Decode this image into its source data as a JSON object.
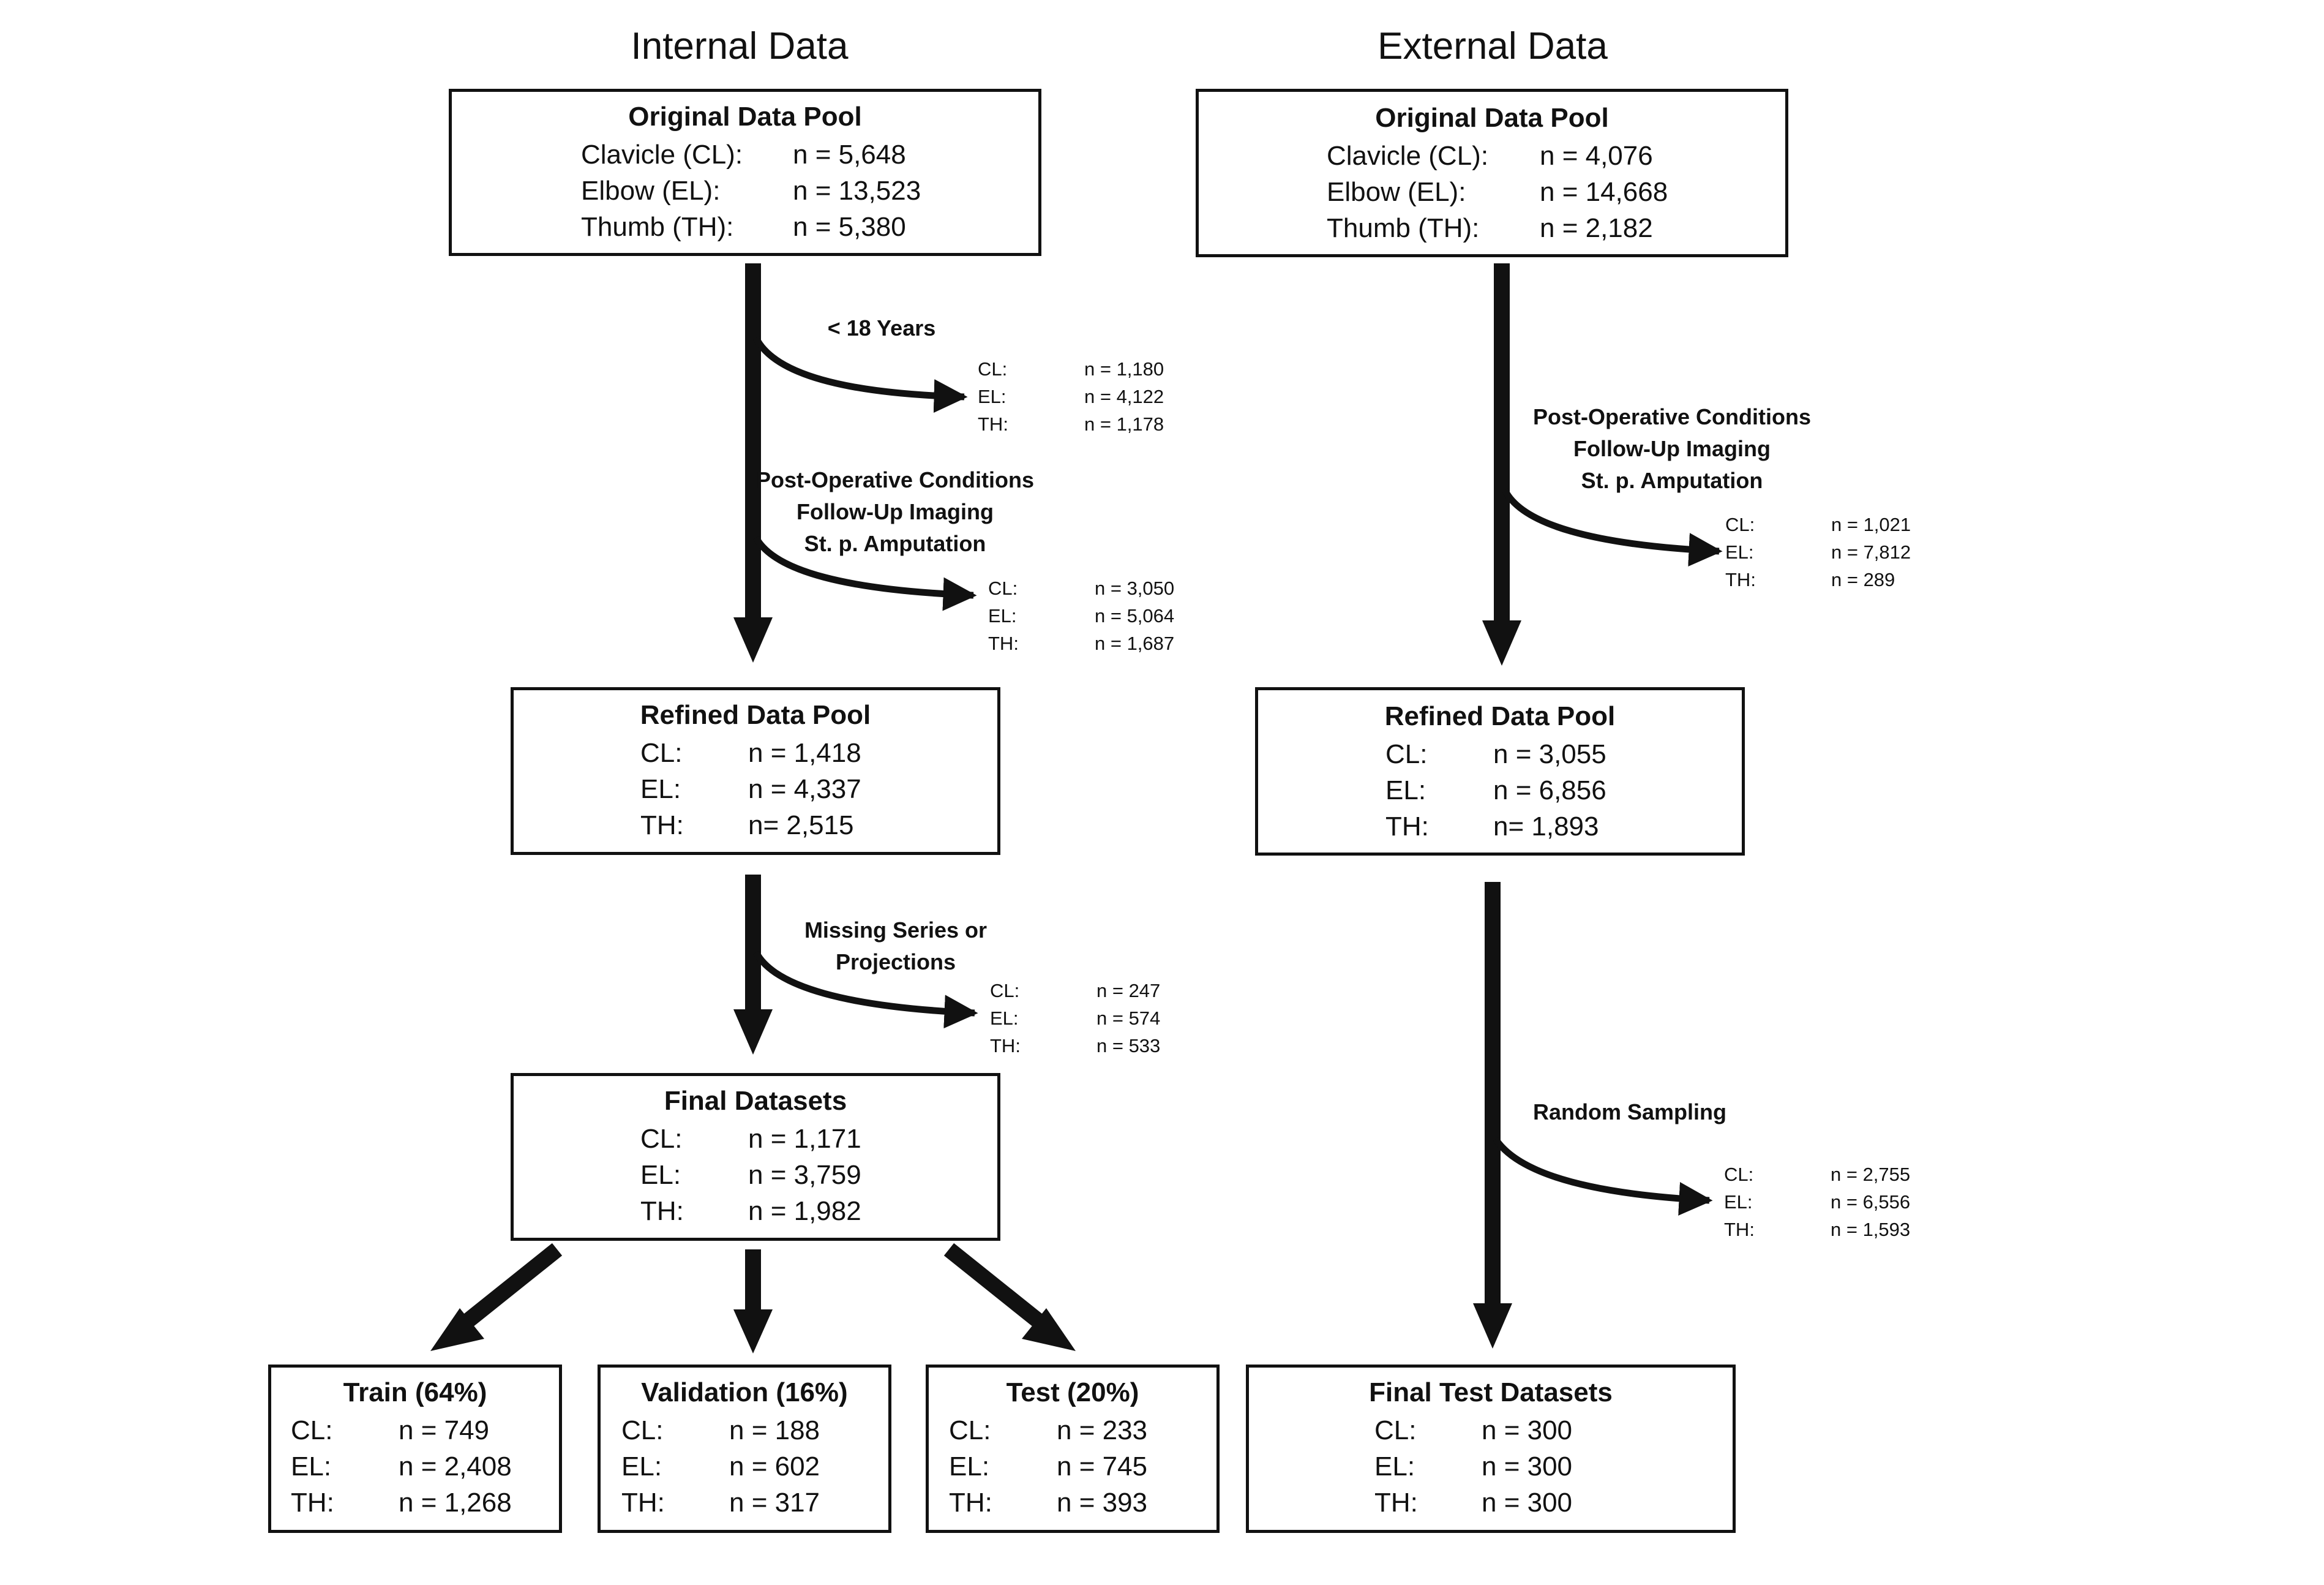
{
  "internal": {
    "heading": "Internal Data",
    "original": {
      "title": "Original Data Pool",
      "rows": [
        {
          "label": "Clavicle (CL):",
          "value": "n = 5,648"
        },
        {
          "label": "Elbow (EL):",
          "value": "n = 13,523"
        },
        {
          "label": "Thumb (TH):",
          "value": "n = 5,380"
        }
      ]
    },
    "exclusion_age": {
      "lines": [
        "< 18 Years"
      ],
      "rows": [
        {
          "label": "CL:",
          "value": "n = 1,180"
        },
        {
          "label": "EL:",
          "value": "n = 4,122"
        },
        {
          "label": "TH:",
          "value": "n = 1,178"
        }
      ]
    },
    "exclusion_postop": {
      "lines": [
        "Post-Operative Conditions",
        "Follow-Up Imaging",
        "St. p. Amputation"
      ],
      "rows": [
        {
          "label": "CL:",
          "value": "n = 3,050"
        },
        {
          "label": "EL:",
          "value": "n = 5,064"
        },
        {
          "label": "TH:",
          "value": "n = 1,687"
        }
      ]
    },
    "refined": {
      "title": "Refined Data Pool",
      "rows": [
        {
          "label": "CL:",
          "value": "n = 1,418"
        },
        {
          "label": "EL:",
          "value": "n = 4,337"
        },
        {
          "label": "TH:",
          "value": "n= 2,515"
        }
      ]
    },
    "exclusion_missing": {
      "lines": [
        "Missing Series or",
        "Projections"
      ],
      "rows": [
        {
          "label": "CL:",
          "value": "n = 247"
        },
        {
          "label": "EL:",
          "value": "n = 574"
        },
        {
          "label": "TH:",
          "value": "n = 533"
        }
      ]
    },
    "final": {
      "title": "Final Datasets",
      "rows": [
        {
          "label": "CL:",
          "value": "n = 1,171"
        },
        {
          "label": "EL:",
          "value": "n = 3,759"
        },
        {
          "label": "TH:",
          "value": "n = 1,982"
        }
      ]
    },
    "train": {
      "title": "Train (64%)",
      "rows": [
        {
          "label": "CL:",
          "value": "n = 749"
        },
        {
          "label": "EL:",
          "value": "n = 2,408"
        },
        {
          "label": "TH:",
          "value": "n = 1,268"
        }
      ]
    },
    "validation": {
      "title": "Validation (16%)",
      "rows": [
        {
          "label": "CL:",
          "value": "n = 188"
        },
        {
          "label": "EL:",
          "value": "n = 602"
        },
        {
          "label": "TH:",
          "value": "n = 317"
        }
      ]
    },
    "test": {
      "title": "Test (20%)",
      "rows": [
        {
          "label": "CL:",
          "value": "n = 233"
        },
        {
          "label": "EL:",
          "value": "n = 745"
        },
        {
          "label": "TH:",
          "value": "n = 393"
        }
      ]
    }
  },
  "external": {
    "heading": "External Data",
    "original": {
      "title": "Original Data Pool",
      "rows": [
        {
          "label": "Clavicle (CL):",
          "value": "n = 4,076"
        },
        {
          "label": "Elbow (EL):",
          "value": "n = 14,668"
        },
        {
          "label": "Thumb (TH):",
          "value": "n = 2,182"
        }
      ]
    },
    "exclusion_postop": {
      "lines": [
        "Post-Operative Conditions",
        "Follow-Up Imaging",
        "St. p. Amputation"
      ],
      "rows": [
        {
          "label": "CL:",
          "value": "n = 1,021"
        },
        {
          "label": "EL:",
          "value": "n = 7,812"
        },
        {
          "label": "TH:",
          "value": "n = 289"
        }
      ]
    },
    "refined": {
      "title": "Refined Data Pool",
      "rows": [
        {
          "label": "CL:",
          "value": "n = 3,055"
        },
        {
          "label": "EL:",
          "value": "n = 6,856"
        },
        {
          "label": "TH:",
          "value": "n= 1,893"
        }
      ]
    },
    "sampling": {
      "lines": [
        "Random Sampling"
      ],
      "rows": [
        {
          "label": "CL:",
          "value": "n = 2,755"
        },
        {
          "label": "EL:",
          "value": "n = 6,556"
        },
        {
          "label": "TH:",
          "value": "n = 1,593"
        }
      ]
    },
    "final_test": {
      "title": "Final Test Datasets",
      "rows": [
        {
          "label": "CL:",
          "value": "n = 300"
        },
        {
          "label": "EL:",
          "value": "n = 300"
        },
        {
          "label": "TH:",
          "value": "n = 300"
        }
      ]
    }
  }
}
